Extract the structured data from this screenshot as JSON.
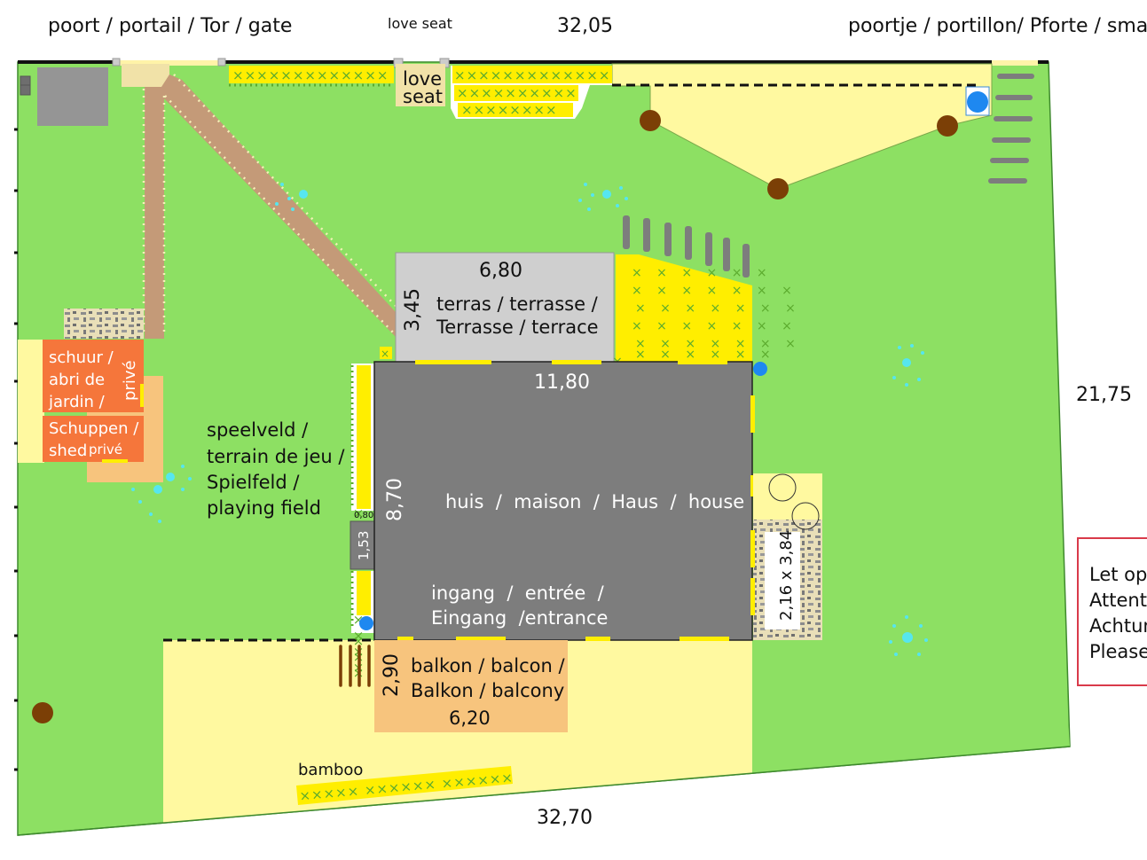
{
  "title": "Garden plan",
  "labels": {
    "gate": "poort / portail / Tor / gate",
    "love_seat_top": "love seat",
    "love_seat_line1": "love",
    "love_seat_line2": "seat",
    "small_gate": "poortje / portillon/ Pforte / small gate",
    "shed_line1": "schuur /",
    "shed_line2": "abri de",
    "shed_line3": "jardin /",
    "shed_line4": "Schuppen /",
    "shed_line5": "shed",
    "shed_private_vertical": "privé",
    "shed_private": "privé",
    "playing_field_line1": "speelveld /",
    "playing_field_line2": "terrain de jeu /",
    "playing_field_line3": "Spielfeld /",
    "playing_field_line4": "playing field",
    "terrace_line1": "terras / terrasse /",
    "terrace_line2": "Terrasse / terrace",
    "house": "huis  /  maison  /  Haus  /  house",
    "entrance_line1": "ingang  /  entrée  /",
    "entrance_line2": "Eingang  /entrance",
    "balcony_line1": "balkon / balcon /",
    "balcony_line2": "Balkon / balcony",
    "bamboo": "bamboo"
  },
  "dimensions": {
    "top_width": "32,05",
    "bottom_width": "32,70",
    "right_depth": "21,75",
    "terrace_width": "6,80",
    "terrace_depth": "3,45",
    "house_width": "11,80",
    "house_depth": "8,70",
    "side_gap": "0,80",
    "side_step": "1,53",
    "balcony_width": "6,20",
    "balcony_depth": "2,90",
    "side_patio": "2,16 x 3,84"
  },
  "note": {
    "lines": [
      "Let op",
      "Attention",
      "Achtung",
      "Please"
    ]
  },
  "colors": {
    "lawn": "#8de063",
    "sand": "#fff9a0",
    "house": "#7d7d7d",
    "terrace": "#cfcfcf",
    "shed": "#f5763b",
    "balcony": "#f7c47d",
    "path": "#c49a78",
    "hedge": "#ffee00",
    "tree": "#7b3f06",
    "water": "#1e88f0",
    "sprinkler": "#56e6ef",
    "note_border": "#d93a4a"
  }
}
